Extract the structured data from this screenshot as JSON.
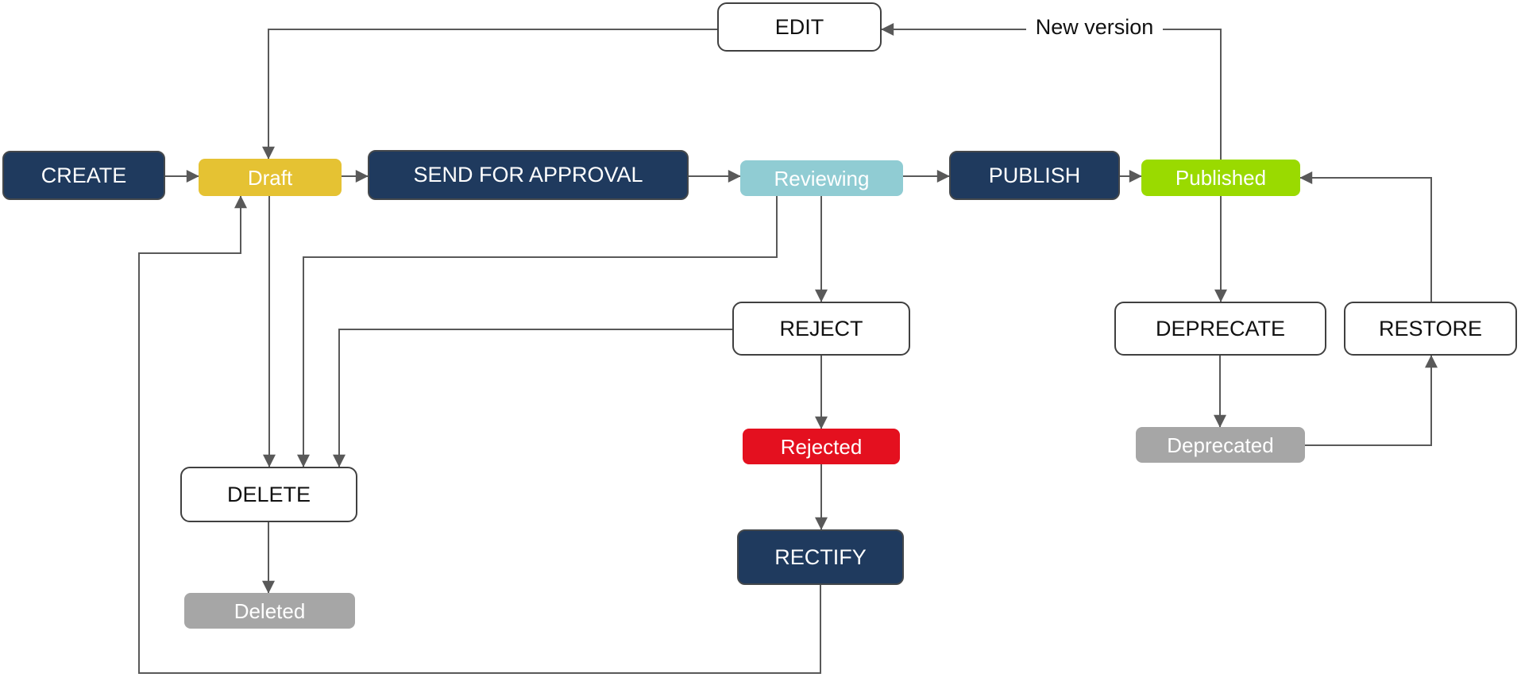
{
  "colors": {
    "background": "#ffffff",
    "navy": "#1f3a5e",
    "navy_border": "#44484c",
    "gold": "#e5c233",
    "teal": "#90ccd3",
    "green": "#9ada00",
    "red": "#e4101f",
    "gray": "#a6a6a6",
    "line": "#595959",
    "plain_border": "#404040",
    "text_light": "#ffffff",
    "text_dark": "#111111"
  },
  "nodes": {
    "create": {
      "label": "CREATE",
      "kind": "action"
    },
    "draft": {
      "label": "Draft",
      "kind": "state-gold"
    },
    "send_for_approval": {
      "label": "SEND FOR APPROVAL",
      "kind": "action"
    },
    "reviewing": {
      "label": "Reviewing",
      "kind": "state-teal"
    },
    "publish": {
      "label": "PUBLISH",
      "kind": "action"
    },
    "published": {
      "label": "Published",
      "kind": "state-green"
    },
    "edit": {
      "label": "EDIT",
      "kind": "plain"
    },
    "reject": {
      "label": "REJECT",
      "kind": "plain"
    },
    "rejected": {
      "label": "Rejected",
      "kind": "state-red"
    },
    "rectify": {
      "label": "RECTIFY",
      "kind": "action"
    },
    "delete": {
      "label": "DELETE",
      "kind": "plain"
    },
    "deleted": {
      "label": "Deleted",
      "kind": "state-gray"
    },
    "deprecate": {
      "label": "DEPRECATE",
      "kind": "plain"
    },
    "restore": {
      "label": "RESTORE",
      "kind": "plain"
    },
    "deprecated": {
      "label": "Deprecated",
      "kind": "state-gray"
    }
  },
  "edges": [
    {
      "from": "create",
      "to": "draft",
      "label": ""
    },
    {
      "from": "draft",
      "to": "send_for_approval",
      "label": ""
    },
    {
      "from": "send_for_approval",
      "to": "reviewing",
      "label": ""
    },
    {
      "from": "reviewing",
      "to": "publish",
      "label": ""
    },
    {
      "from": "publish",
      "to": "published",
      "label": ""
    },
    {
      "from": "published",
      "to": "edit",
      "label": "New version"
    },
    {
      "from": "edit",
      "to": "draft",
      "label": ""
    },
    {
      "from": "published",
      "to": "deprecate",
      "label": ""
    },
    {
      "from": "deprecate",
      "to": "deprecated",
      "label": ""
    },
    {
      "from": "deprecated",
      "to": "restore",
      "label": ""
    },
    {
      "from": "restore",
      "to": "published",
      "label": ""
    },
    {
      "from": "reviewing",
      "to": "reject",
      "label": ""
    },
    {
      "from": "reject",
      "to": "rejected",
      "label": ""
    },
    {
      "from": "rejected",
      "to": "rectify",
      "label": ""
    },
    {
      "from": "rectify",
      "to": "draft",
      "label": ""
    },
    {
      "from": "draft",
      "to": "delete",
      "label": ""
    },
    {
      "from": "reviewing",
      "to": "delete",
      "label": ""
    },
    {
      "from": "reject",
      "to": "delete",
      "label": ""
    },
    {
      "from": "delete",
      "to": "deleted",
      "label": ""
    }
  ]
}
